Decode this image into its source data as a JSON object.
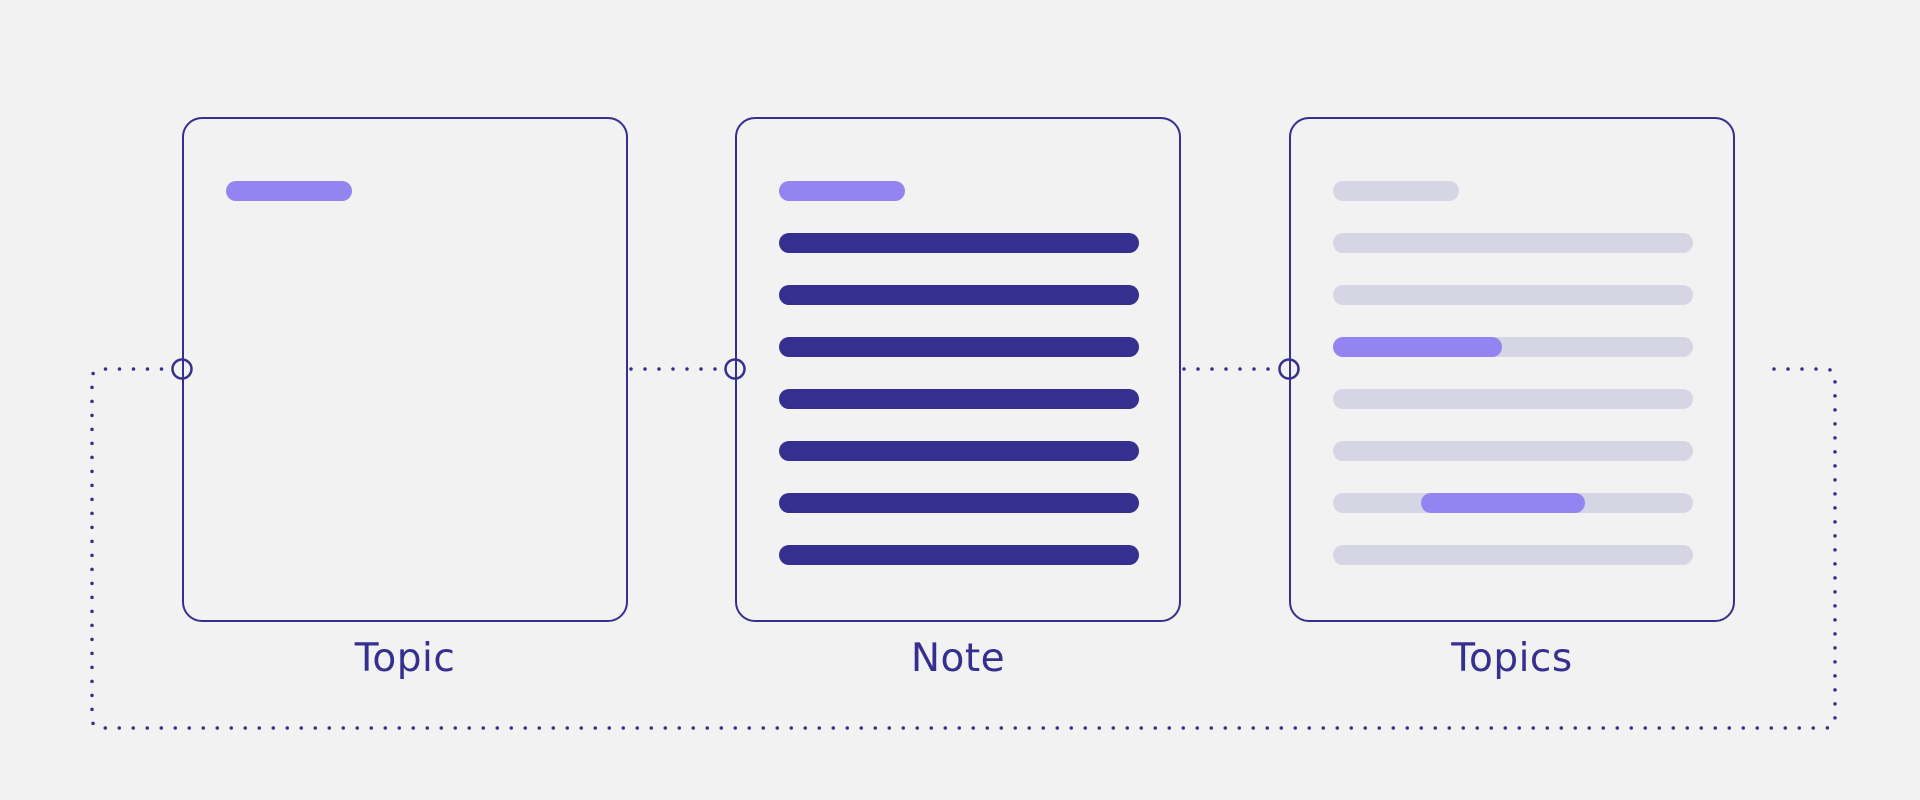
{
  "colors": {
    "outline": "#35308f",
    "dark_bar": "#35308f",
    "accent_bar": "#9384f2",
    "muted_bar": "#d6d5e4",
    "background": "#f2f2f3"
  },
  "cards": [
    {
      "label": "Topic",
      "heading_style": "accent",
      "rows": []
    },
    {
      "label": "Note",
      "heading_style": "accent",
      "rows": [
        {
          "style": "dark"
        },
        {
          "style": "dark"
        },
        {
          "style": "dark"
        },
        {
          "style": "dark"
        },
        {
          "style": "dark"
        },
        {
          "style": "dark"
        },
        {
          "style": "dark"
        }
      ]
    },
    {
      "label": "Topics",
      "heading_style": "muted",
      "rows": [
        {
          "style": "muted"
        },
        {
          "style": "muted"
        },
        {
          "style": "muted",
          "highlight": {
            "start": 0,
            "end": 0.47
          }
        },
        {
          "style": "muted"
        },
        {
          "style": "muted"
        },
        {
          "style": "muted",
          "highlight": {
            "start": 0.245,
            "end": 0.7
          }
        },
        {
          "style": "muted"
        }
      ]
    }
  ]
}
